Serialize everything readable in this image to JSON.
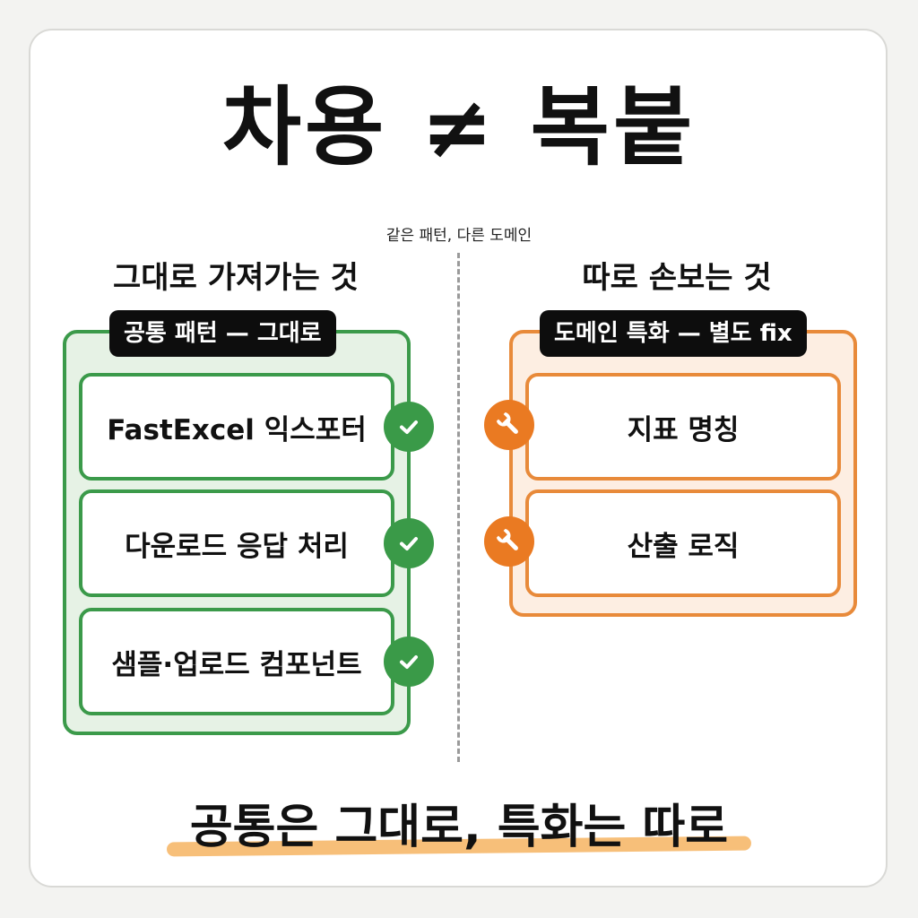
{
  "title": "차용 ≠ 복붙",
  "subtitle": "같은 패턴, 다른 도메인",
  "left": {
    "heading": "그대로 가져가는 것",
    "tag": "공통 패턴 — 그대로",
    "items": [
      "FastExcel 익스포터",
      "다운로드 응답 처리",
      "샘플·업로드 컴포넌트"
    ]
  },
  "right": {
    "heading": "따로 손보는 것",
    "tag": "도메인 특화 — 별도 fix",
    "items": [
      "지표 명칭",
      "산출 로직"
    ]
  },
  "bottom_text": "공통은 그대로, 특화는 따로",
  "colors": {
    "green": "#3b9a4a",
    "green_fill": "#e6f2e5",
    "orange": "#e88a3a",
    "orange_fill": "#fdeee2",
    "highlight": "#f6b86a"
  },
  "icons": {
    "left_item_icon": "check-icon",
    "right_item_icon": "wrench-icon"
  }
}
